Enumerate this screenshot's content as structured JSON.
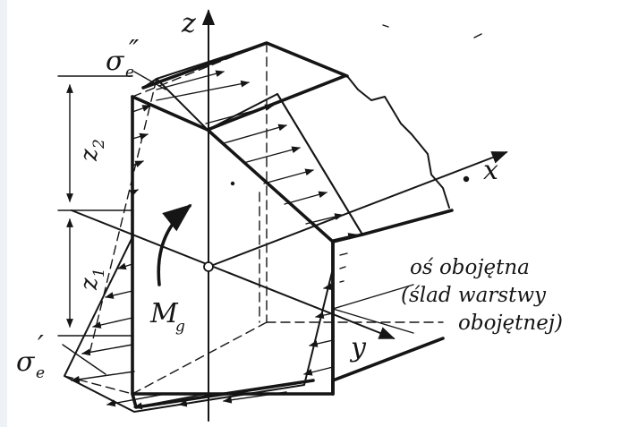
{
  "labels": {
    "axis_z": "z",
    "axis_x": "x",
    "axis_y": "y",
    "sigma_top": "σ",
    "sigma_top_sub": "e",
    "sigma_top_primes": "″",
    "sigma_bottom": "σ",
    "sigma_bottom_sub": "e",
    "sigma_bottom_prime": "′",
    "dim_z2": "z",
    "dim_z2_sub": "2",
    "dim_z1": "z",
    "dim_z1_sub": "1",
    "moment": "M",
    "moment_sub": "g",
    "neutral_line1": "oś obojętna",
    "neutral_line2": "(ślad warstwy",
    "neutral_line3": "obojętnej)"
  }
}
